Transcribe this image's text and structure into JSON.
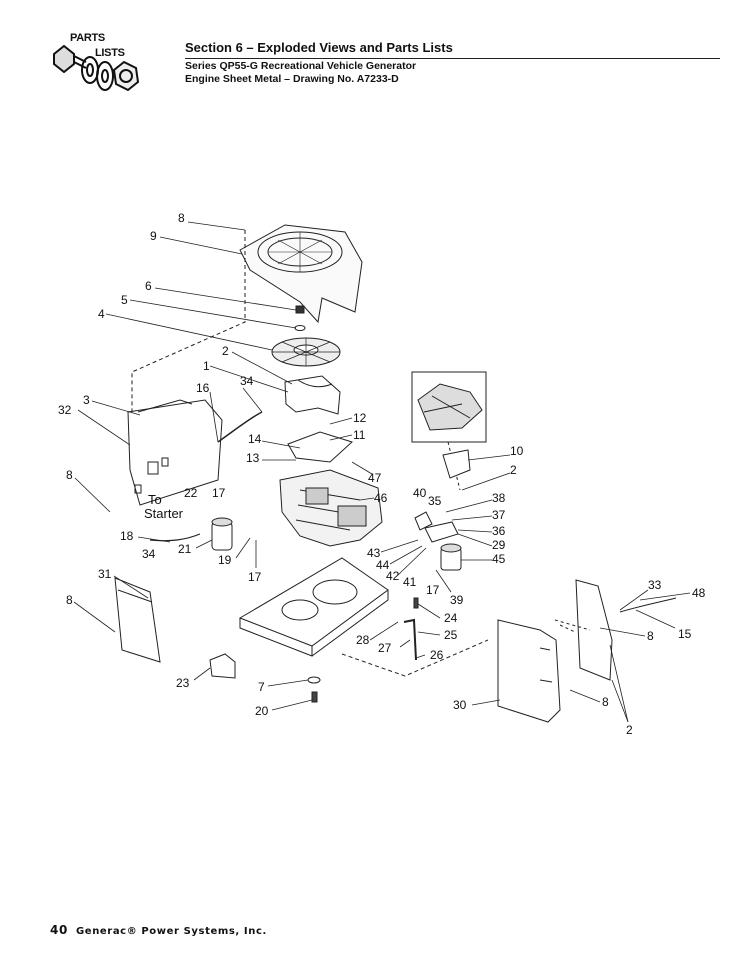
{
  "header": {
    "logo_line1": "PARTS",
    "logo_line2": "LISTS",
    "section_title": "Section 6 – Exploded Views and Parts Lists",
    "subtitle_line1": "Series QP55-G Recreational Vehicle Generator",
    "subtitle_line2": "Engine Sheet Metal – Drawing No. A7233-D"
  },
  "diagram": {
    "callouts": [
      {
        "id": "c8a",
        "text": "8"
      },
      {
        "id": "c9",
        "text": "9"
      },
      {
        "id": "c6",
        "text": "6"
      },
      {
        "id": "c5",
        "text": "5"
      },
      {
        "id": "c4",
        "text": "4"
      },
      {
        "id": "c2a",
        "text": "2"
      },
      {
        "id": "c1",
        "text": "1"
      },
      {
        "id": "c34a",
        "text": "34"
      },
      {
        "id": "c16",
        "text": "16"
      },
      {
        "id": "c3",
        "text": "3"
      },
      {
        "id": "c32",
        "text": "32"
      },
      {
        "id": "c12",
        "text": "12"
      },
      {
        "id": "c11",
        "text": "11"
      },
      {
        "id": "c14",
        "text": "14"
      },
      {
        "id": "c13",
        "text": "13"
      },
      {
        "id": "c47",
        "text": "47"
      },
      {
        "id": "c10",
        "text": "10"
      },
      {
        "id": "c2b",
        "text": "2"
      },
      {
        "id": "c8b",
        "text": "8"
      },
      {
        "id": "c22",
        "text": "22"
      },
      {
        "id": "c17a",
        "text": "17"
      },
      {
        "id": "c46",
        "text": "46"
      },
      {
        "id": "c40",
        "text": "40"
      },
      {
        "id": "c35",
        "text": "35"
      },
      {
        "id": "c38",
        "text": "38"
      },
      {
        "id": "c37",
        "text": "37"
      },
      {
        "id": "c36",
        "text": "36"
      },
      {
        "id": "c29",
        "text": "29"
      },
      {
        "id": "c45",
        "text": "45"
      },
      {
        "id": "c18",
        "text": "18"
      },
      {
        "id": "c34b",
        "text": "34"
      },
      {
        "id": "c21",
        "text": "21"
      },
      {
        "id": "c19",
        "text": "19"
      },
      {
        "id": "c17b",
        "text": "17"
      },
      {
        "id": "c43",
        "text": "43"
      },
      {
        "id": "c44",
        "text": "44"
      },
      {
        "id": "c42",
        "text": "42"
      },
      {
        "id": "c41",
        "text": "41"
      },
      {
        "id": "c17c",
        "text": "17"
      },
      {
        "id": "c39",
        "text": "39"
      },
      {
        "id": "c31",
        "text": "31"
      },
      {
        "id": "c8c",
        "text": "8"
      },
      {
        "id": "c24",
        "text": "24"
      },
      {
        "id": "c25",
        "text": "25"
      },
      {
        "id": "c28",
        "text": "28"
      },
      {
        "id": "c27",
        "text": "27"
      },
      {
        "id": "c26",
        "text": "26"
      },
      {
        "id": "c23",
        "text": "23"
      },
      {
        "id": "c7",
        "text": "7"
      },
      {
        "id": "c20",
        "text": "20"
      },
      {
        "id": "c30",
        "text": "30"
      },
      {
        "id": "c33",
        "text": "33"
      },
      {
        "id": "c48",
        "text": "48"
      },
      {
        "id": "c8d",
        "text": "8"
      },
      {
        "id": "c15",
        "text": "15"
      },
      {
        "id": "c8e",
        "text": "8"
      },
      {
        "id": "c2c",
        "text": "2"
      }
    ],
    "note_line1": "To",
    "note_line2": "Starter"
  },
  "footer": {
    "page_number": "40",
    "company": "Generac® Power Systems, Inc."
  }
}
